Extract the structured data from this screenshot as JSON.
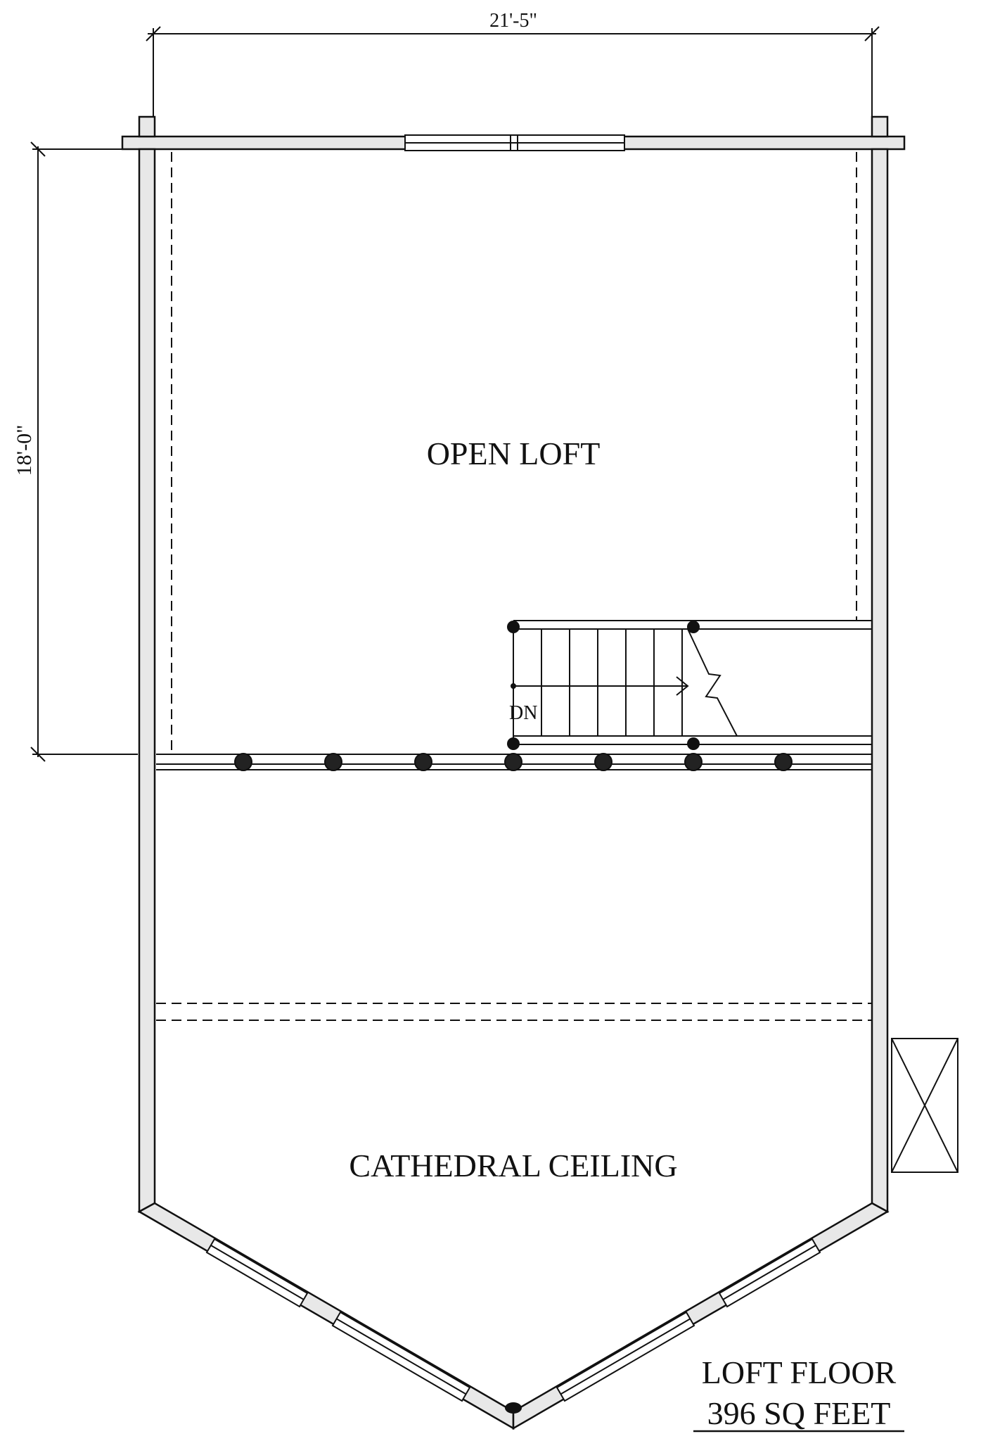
{
  "dimensions": {
    "width_label": "21'-5\"",
    "depth_label": "18'-0\""
  },
  "rooms": {
    "open_loft": "OPEN LOFT",
    "cathedral_ceiling": "CATHEDRAL CEILING"
  },
  "stair": {
    "direction_label": "DN"
  },
  "title_block": {
    "floor_name": "LOFT FLOOR",
    "area": "396 SQ FEET"
  },
  "colors": {
    "line": "#111111",
    "wall_fill": "#e8e8e8",
    "background": "#ffffff"
  }
}
